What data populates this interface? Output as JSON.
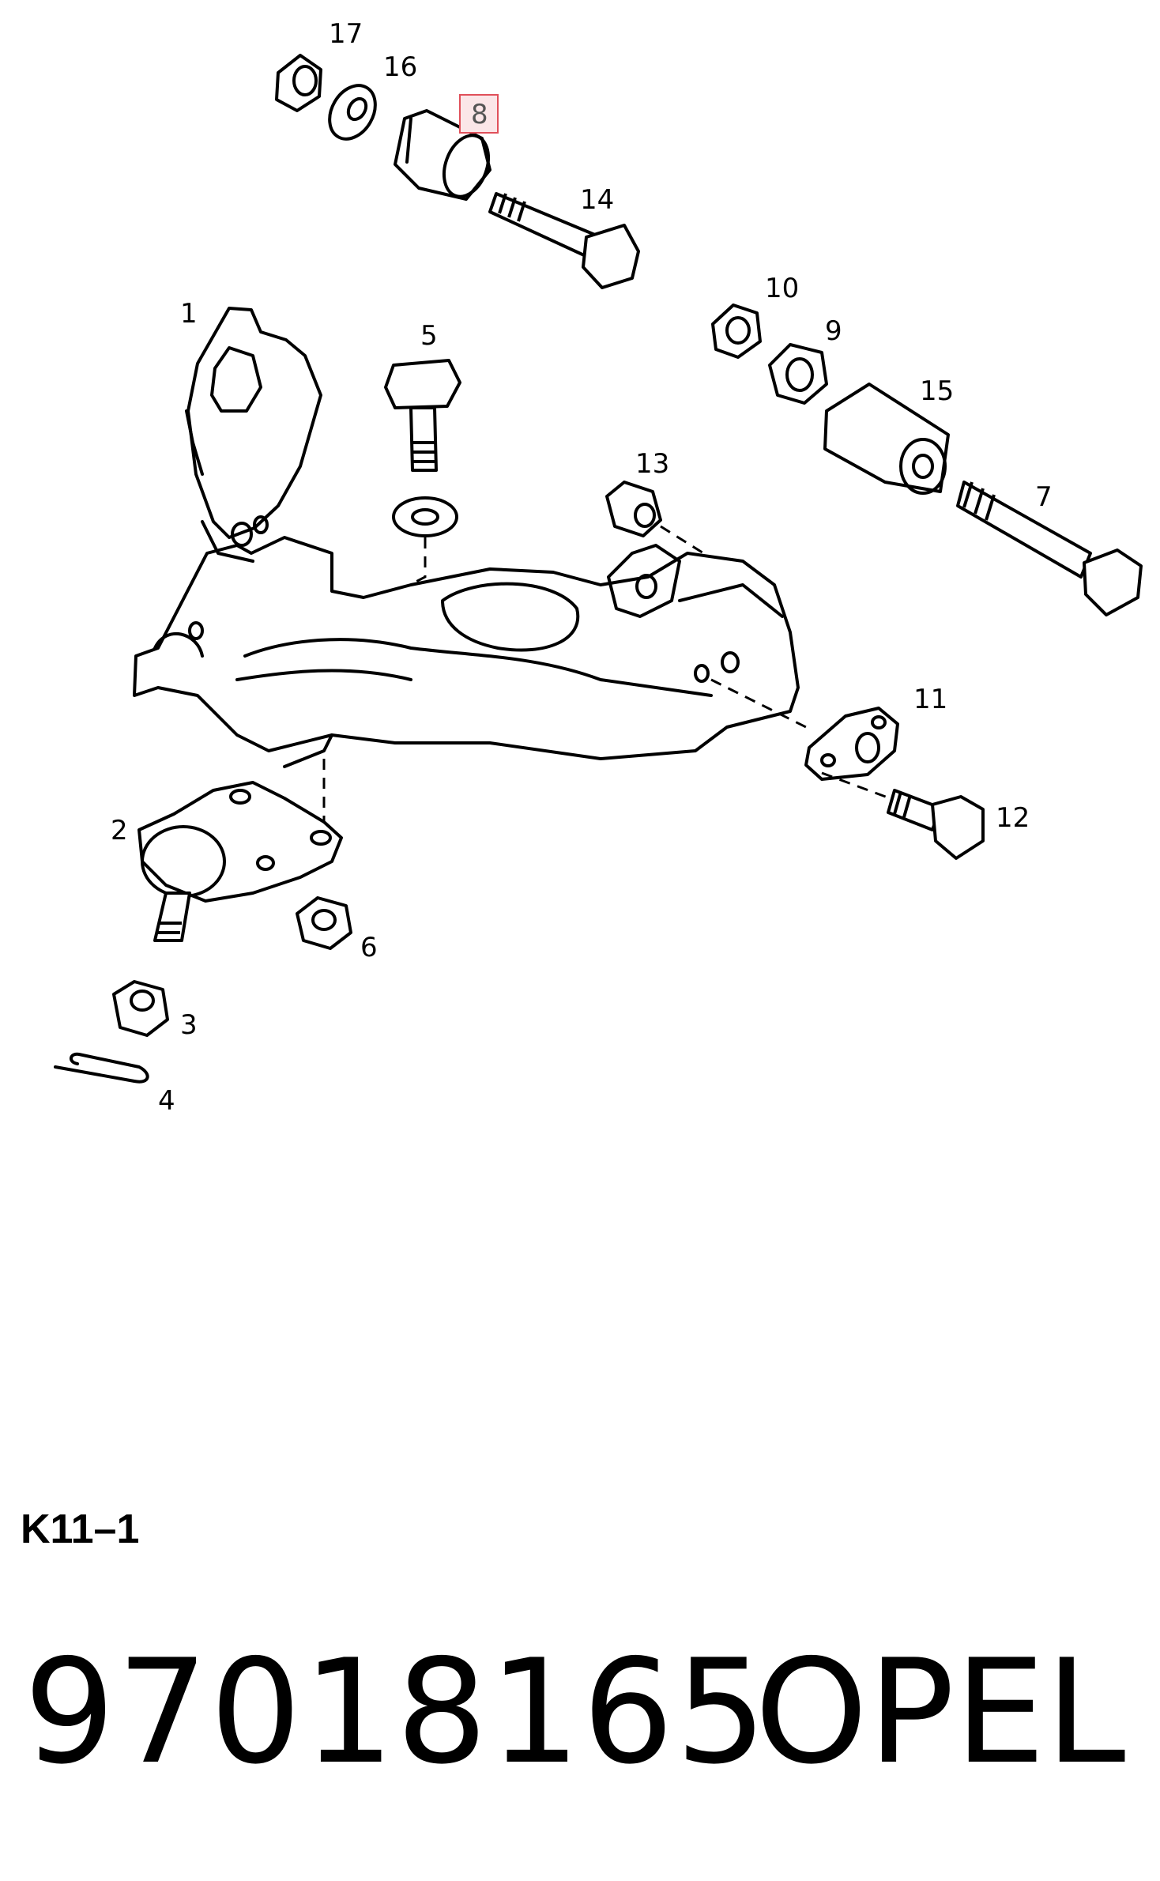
{
  "diagram": {
    "callouts": {
      "c1": "1",
      "c2": "2",
      "c3": "3",
      "c4": "4",
      "c5": "5",
      "c6": "6",
      "c7": "7",
      "c8": "8",
      "c9": "9",
      "c10": "10",
      "c11": "11",
      "c12": "12",
      "c13": "13",
      "c14": "14",
      "c15": "15",
      "c16": "16",
      "c17": "17"
    },
    "highlight_color": "#e0505a"
  },
  "footer": {
    "code": "K11–1",
    "part_number": "97018165",
    "brand": "OPEL"
  }
}
